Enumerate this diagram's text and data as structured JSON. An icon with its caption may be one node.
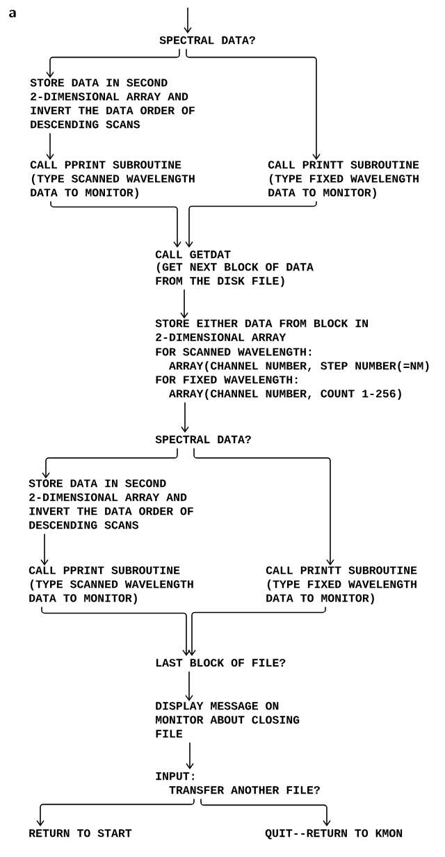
{
  "diagram": {
    "nodes": [
      {
        "text": [
          "SPECTRAL DATA?"
        ]
      },
      {
        "text": [
          "STORE DATA IN SECOND 2-DIMENSIONAL ARRAY AND INVERT THE DATA ORDER OF DESCENDING SCANS"
        ]
      },
      {
        "text": [
          "CALL PPRINT SUBROUTINE (TYPE SCANNED WAVELENGTH DATA TO MONITOR)"
        ]
      },
      {
        "text": [
          "CALL PRINTT SUBROUTINE (TYPE FIXED WAVELENGTH DATA TO MONITOR)"
        ]
      },
      {
        "text": [
          "CALL GETDAT",
          "(GET NEXT BLOCK OF DATA FROM THE DISK FILE)"
        ]
      },
      {
        "text": [
          "STORE EITHER DATA FROM BLOCK IN 2-DIMENSIONAL ARRAY",
          "FOR SCANNED WAVELENGTH:",
          "ARRAY(CHANNEL NUMBER, STEP NUMBER(=NM)",
          "FOR FIXED WAVELENGTH:",
          "ARRAY(CHANNEL NUMBER, COUNT 1-256)"
        ]
      },
      {
        "text": [
          "SPECTRAL DATA?"
        ]
      },
      {
        "text": [
          "STORE DATA IN SECOND 2-DIMENSIONAL ARRAY AND INVERT THE DATA ORDER OF DESCENDING SCANS"
        ]
      },
      {
        "text": [
          "CALL PPRINT SUBROUTINE (TYPE SCANNED WAVELENGTH DATA TO MONITOR)"
        ]
      },
      {
        "text": [
          "CALL PRINTT SUBROUTINE (TYPE FIXED WAVELENGTH DATA TO MONITOR)"
        ]
      },
      {
        "text": [
          "LAST BLOCK OF FILE?"
        ]
      },
      {
        "text": [
          "DISPLAY MESSAGE ON MONITOR ABOUT CLOSING FILE"
        ]
      },
      {
        "text": [
          "INPUT:",
          "TRANSFER ANOTHER FILE?"
        ]
      },
      {
        "text": [
          "RETURN TO START"
        ]
      },
      {
        "text": [
          "QUIT--RETURN TO KMON"
        ]
      }
    ],
    "edges": [
      {
        "from": null,
        "to": 0,
        "arrow": "to"
      },
      {
        "from": 0,
        "to": 1,
        "arrow": "to"
      },
      {
        "from": 0,
        "to": 3,
        "arrow": "to"
      },
      {
        "from": 1,
        "to": 2,
        "arrow": "to"
      },
      {
        "from": 2,
        "to": 4,
        "arrow": "to"
      },
      {
        "from": 3,
        "to": 4,
        "arrow": "to"
      },
      {
        "from": 4,
        "to": 5,
        "arrow": "to"
      },
      {
        "from": 5,
        "to": 6,
        "arrow": "to"
      },
      {
        "from": 6,
        "to": 7,
        "arrow": "to"
      },
      {
        "from": 6,
        "to": 9,
        "arrow": "to"
      },
      {
        "from": 7,
        "to": 8,
        "arrow": "to"
      },
      {
        "from": 8,
        "to": 10,
        "arrow": "to"
      },
      {
        "from": 9,
        "to": 10,
        "arrow": "to"
      },
      {
        "from": 10,
        "to": 11,
        "arrow": "to"
      },
      {
        "from": 11,
        "to": 12,
        "arrow": "to"
      },
      {
        "from": 12,
        "to": 13,
        "arrow": "to"
      },
      {
        "from": 12,
        "to": 14,
        "arrow": "to"
      }
    ],
    "labels": [
      "a"
    ]
  }
}
